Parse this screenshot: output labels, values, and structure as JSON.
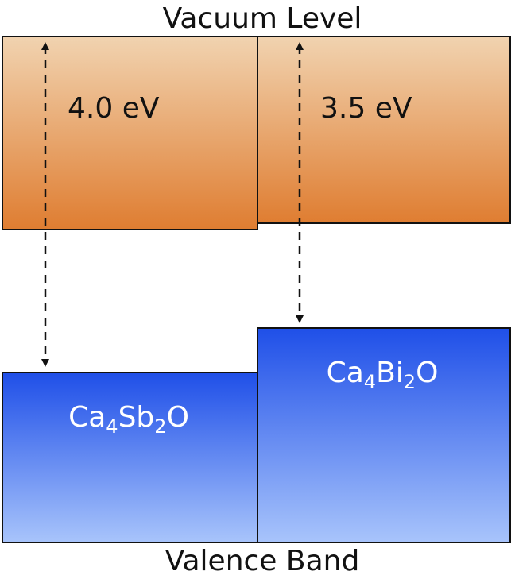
{
  "top_label": "Vacuum Level",
  "bottom_label": "Valence Band",
  "left": {
    "material_base": "Ca",
    "material_sub1": "4",
    "material_mid": "Sb",
    "material_sub2": "2",
    "material_end": "O",
    "energy_label": "4.0 eV"
  },
  "right": {
    "material_base": "Ca",
    "material_sub1": "4",
    "material_mid": "Bi",
    "material_sub2": "2",
    "material_end": "O",
    "energy_label": "3.5 eV"
  },
  "colors": {
    "vacuum_top": "#f1d3b0",
    "vacuum_bottom": "#df7d31",
    "valence_top": "#1f4fe8",
    "valence_bottom": "#a8c4fb",
    "outline": "#111111",
    "material_text": "#ffffff"
  }
}
